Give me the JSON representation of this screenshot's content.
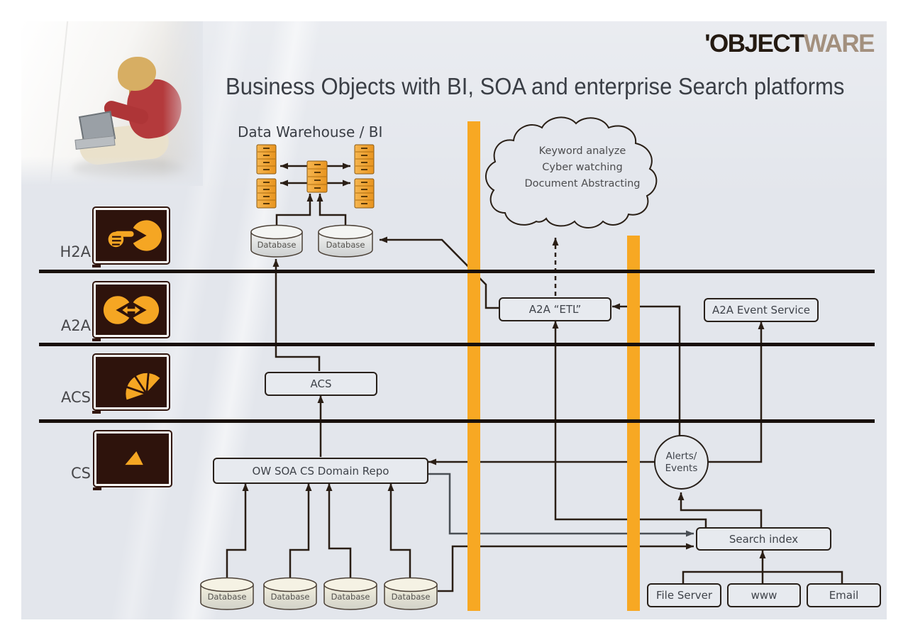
{
  "logo": {
    "prefix": "'OBJECT",
    "suffix": "WARE"
  },
  "title": "Business Objects with BI, SOA and enterprise Search platforms",
  "warehouse": {
    "heading": "Data Warehouse / BI",
    "databases": [
      "Database",
      "Database"
    ]
  },
  "cloud": {
    "line1": "Keyword analyze",
    "line2": "Cyber watching",
    "line3": "Document Abstracting"
  },
  "layers": {
    "h2a": "H2A",
    "a2a": "A2A",
    "acs": "ACS",
    "cs": "CS"
  },
  "nodes": {
    "acs_box": "ACS",
    "etl_box": "A2A “ETL”",
    "event_service_box": "A2A Event Service",
    "repo_box": "OW SOA CS Domain Repo",
    "alerts_line1": "Alerts/",
    "alerts_line2": "Events",
    "search_index_box": "Search index",
    "file_server_box": "File Server",
    "www_box": "www",
    "email_box": "Email"
  },
  "bottom_databases": [
    "Database",
    "Database",
    "Database",
    "Database"
  ],
  "colors": {
    "accent_orange": "#F7A823",
    "icon_panel": "#2E130C",
    "connector": "#2A1E15",
    "connector_gray": "#4A4F55"
  }
}
